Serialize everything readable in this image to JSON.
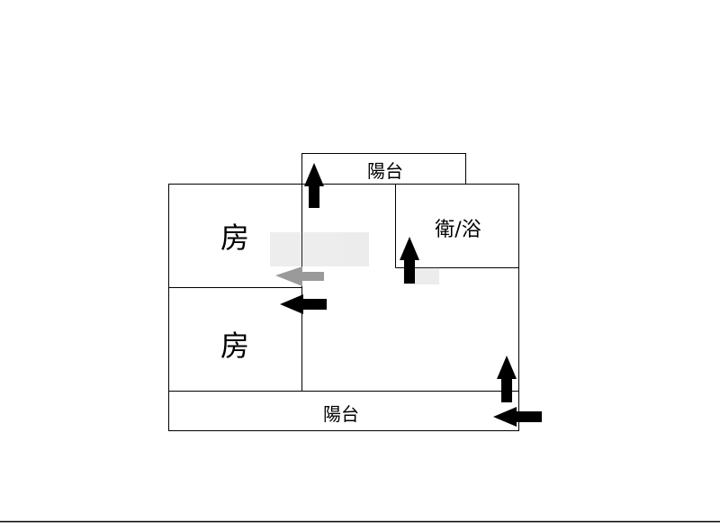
{
  "plan": {
    "labels": {
      "balcony_top": "陽台",
      "bedroom_1": "房",
      "bedroom_2": "房",
      "bathroom": "衛/浴",
      "balcony_bottom": "陽台"
    },
    "arrows": [
      {
        "id": "arrow-balcony-door",
        "direction": "up"
      },
      {
        "id": "arrow-bathroom-door",
        "direction": "up"
      },
      {
        "id": "arrow-bedroom-1-door",
        "direction": "left"
      },
      {
        "id": "arrow-bedroom-2-door",
        "direction": "left"
      },
      {
        "id": "arrow-lower-right-up",
        "direction": "up"
      },
      {
        "id": "arrow-lower-right-entrance",
        "direction": "left"
      }
    ],
    "colors": {
      "line": "#000000",
      "arrow": "#000000",
      "watermark": "#9a9a9a"
    }
  }
}
